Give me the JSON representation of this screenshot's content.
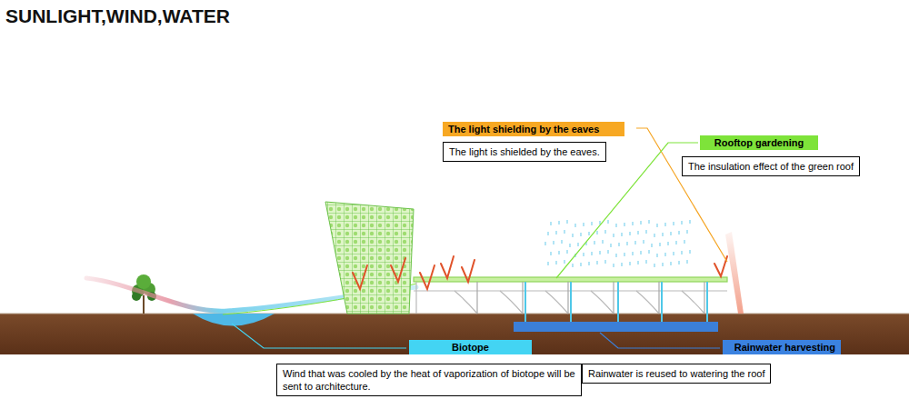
{
  "diagram": {
    "title": "SUNLIGHT,WIND,WATER",
    "nodes": [
      {
        "text": [
          "The light shielding by the eaves"
        ]
      },
      {
        "text": [
          "The light is shielded by the eaves."
        ]
      },
      {
        "text": [
          "Rooftop gardening"
        ]
      },
      {
        "text": [
          "The insulation effect of the green roof"
        ]
      },
      {
        "text": [
          "Biotope"
        ]
      },
      {
        "text": [
          "Wind that was cooled by the heat of vaporization of biotope will be sent to architecture."
        ]
      },
      {
        "text": [
          "Rainwater harvesting"
        ]
      },
      {
        "text": [
          "Rainwater is reused to watering the roof"
        ]
      }
    ]
  }
}
